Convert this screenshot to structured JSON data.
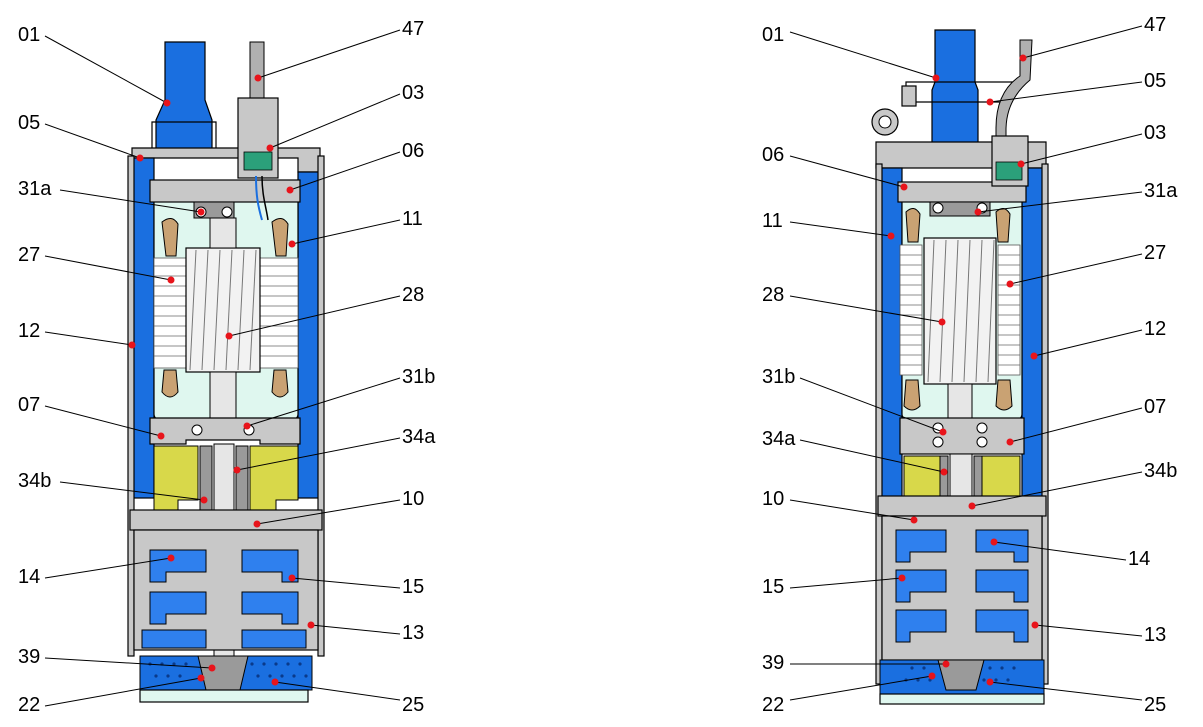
{
  "left_pump": {
    "labels": {
      "01": "01",
      "47": "47",
      "05": "05",
      "03": "03",
      "06": "06",
      "31a": "31a",
      "11": "11",
      "27": "27",
      "28": "28",
      "12": "12",
      "31b": "31b",
      "07": "07",
      "34a": "34a",
      "34b": "34b",
      "10": "10",
      "14": "14",
      "15": "15",
      "13": "13",
      "39": "39",
      "22": "22",
      "25": "25"
    }
  },
  "right_pump": {
    "labels": {
      "01": "01",
      "47": "47",
      "05": "05",
      "03": "03",
      "06": "06",
      "31a": "31a",
      "11": "11",
      "27": "27",
      "28": "28",
      "12": "12",
      "31b": "31b",
      "07": "07",
      "34a": "34a",
      "34b": "34b",
      "10": "10",
      "14": "14",
      "15": "15",
      "13": "13",
      "39": "39",
      "22": "22",
      "25": "25"
    }
  },
  "colors": {
    "water": "#1a6fe0",
    "metal": "#c8c8c8",
    "motor_chamber": "#dff7ef",
    "oil": "#d8d84a",
    "callout_dot": "#e8141b",
    "winding": "#c9a273"
  }
}
